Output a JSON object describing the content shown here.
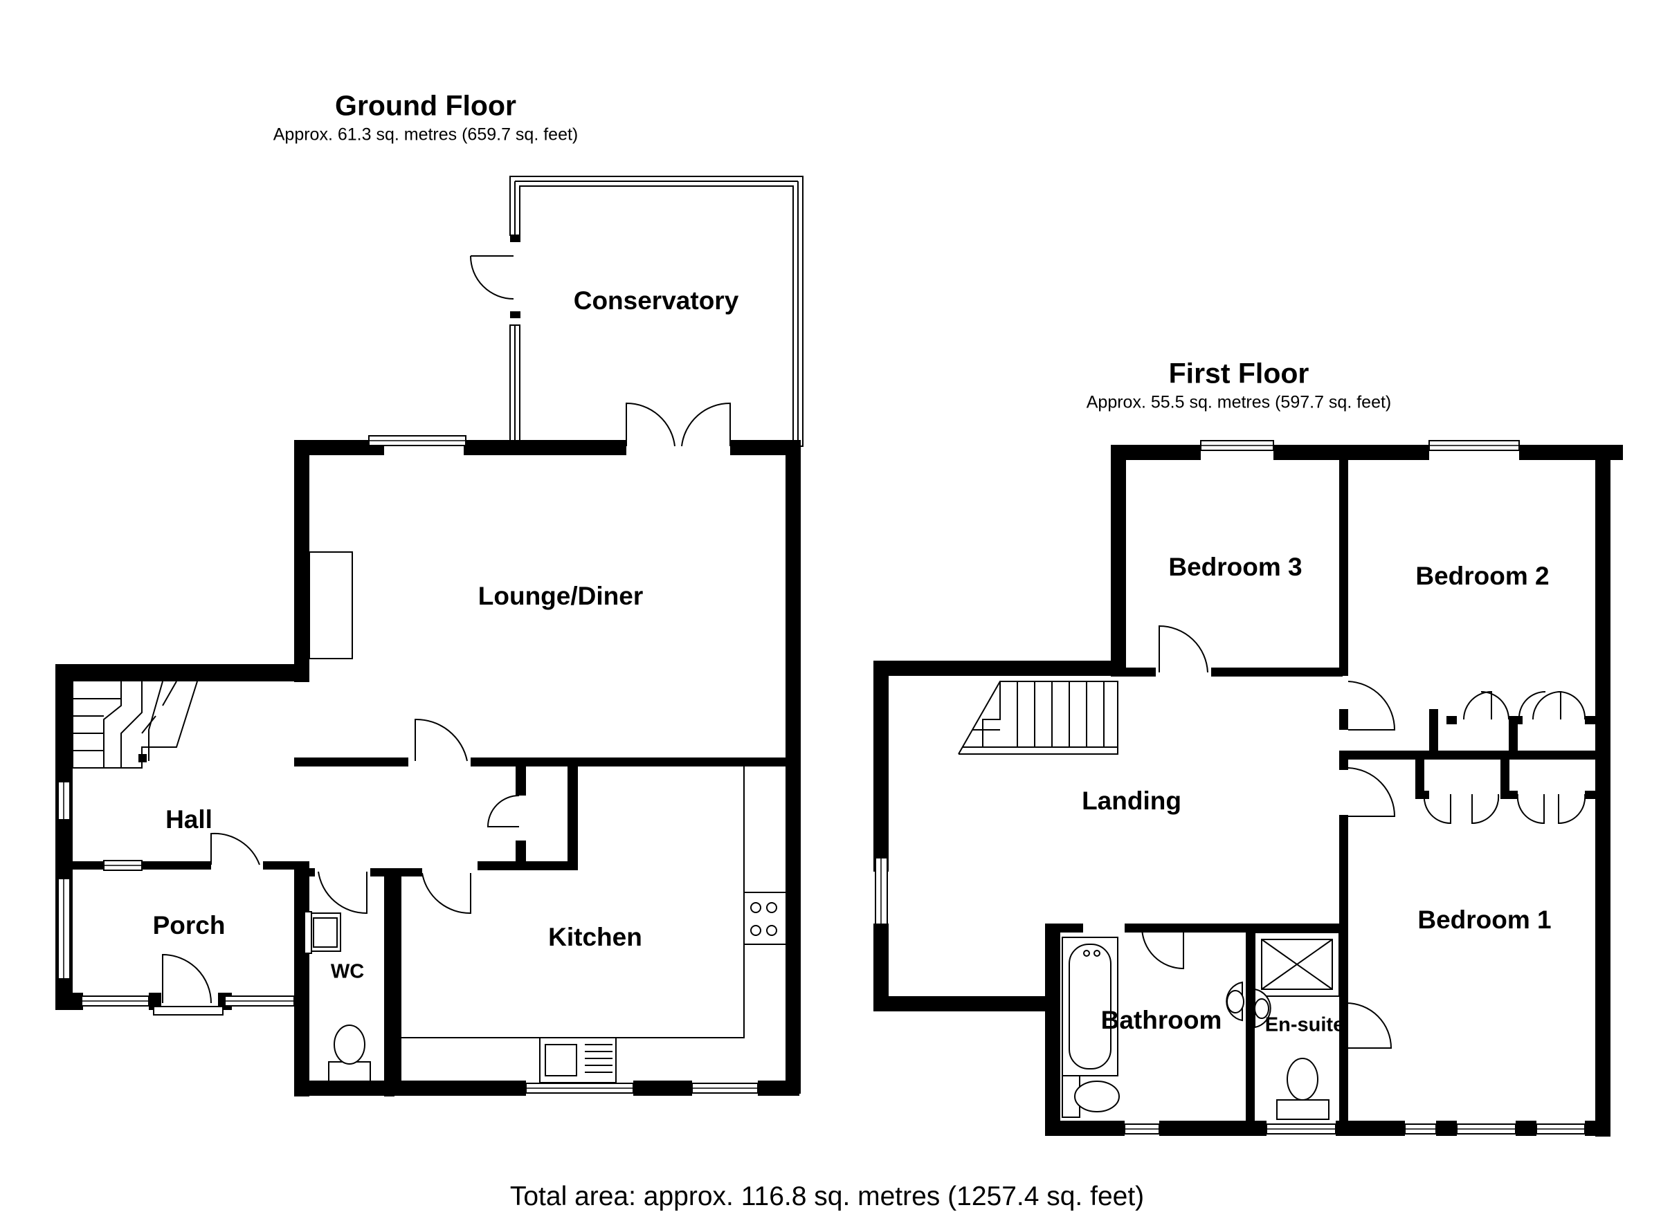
{
  "ground_floor": {
    "title": "Ground Floor",
    "area": "Approx. 61.3 sq. metres (659.7 sq. feet)",
    "rooms": {
      "conservatory": "Conservatory",
      "lounge_diner": "Lounge/Diner",
      "hall": "Hall",
      "porch": "Porch",
      "wc": "WC",
      "kitchen": "Kitchen"
    }
  },
  "first_floor": {
    "title": "First Floor",
    "area": "Approx. 55.5 sq. metres (597.7 sq. feet)",
    "rooms": {
      "bedroom_3": "Bedroom 3",
      "bedroom_2": "Bedroom 2",
      "landing": "Landing",
      "bedroom_1": "Bedroom 1",
      "bathroom": "Bathroom",
      "en_suite": "En-suite"
    }
  },
  "total_area": "Total area: approx. 116.8 sq. metres (1257.4 sq. feet)",
  "colors": {
    "wall": "#000000",
    "background": "#ffffff"
  }
}
